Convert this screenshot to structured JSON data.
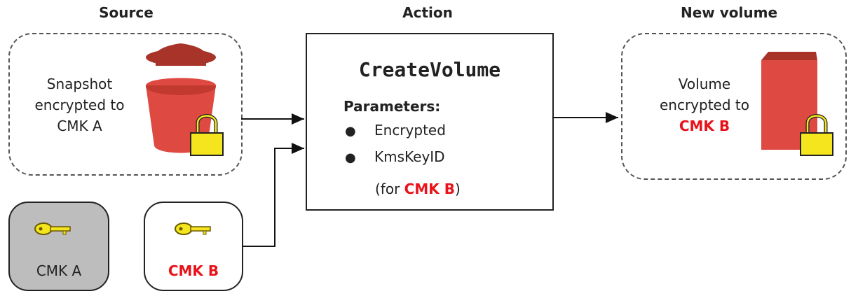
{
  "columns": {
    "source": "Source",
    "action": "Action",
    "new_volume": "New volume"
  },
  "source": {
    "line1": "Snapshot",
    "line2": "encrypted to",
    "line3": "CMK A"
  },
  "action": {
    "api_name": "CreateVolume",
    "params_title": "Parameters:",
    "param1": "Encrypted",
    "param2": "KmsKeyID",
    "param3_prefix": "(for ",
    "param3_key": "CMK B",
    "param3_suffix": ")"
  },
  "new_volume": {
    "line1": "Volume",
    "line2": "encrypted to",
    "line3": "CMK B"
  },
  "keys": {
    "key_a_label": "CMK A",
    "key_b_label": "CMK B"
  },
  "colors": {
    "bucket_red": "#de4a41",
    "lock_yellow": "#f5e51e",
    "key_a_bg": "#bdbdbd",
    "highlight_red": "#e8131a"
  }
}
